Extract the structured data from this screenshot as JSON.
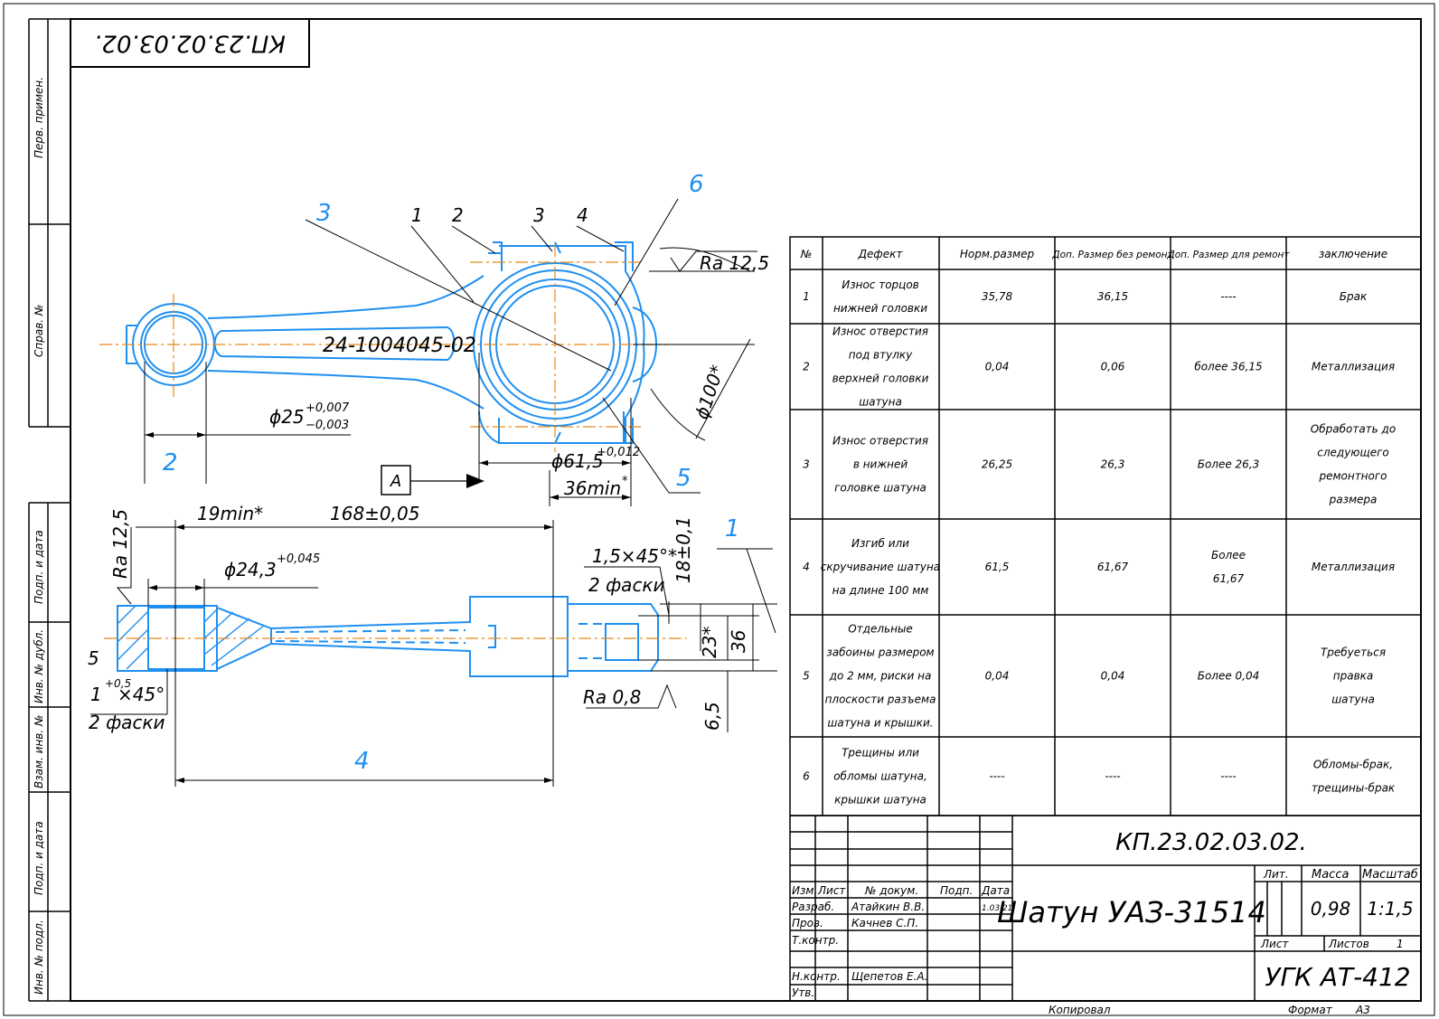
{
  "doc_code_rotated": "КП.23.02.03.02.",
  "side_labels": {
    "perv_primen": "Перв. примен.",
    "sprav_no": "Справ. №",
    "podp_data_1": "Подп. и дата",
    "inv_dubl": "Инв. № дубл.",
    "vzam_inv": "Взам. инв. №",
    "podp_data_2": "Подп. и дата",
    "inv_podl": "Инв. № подл."
  },
  "drawing": {
    "part_number": "24-1004045-02",
    "dim_d25": "ϕ25",
    "dim_d25_tol_up": "+0,007",
    "dim_d25_tol_low": "−0,003",
    "dim_d61": "ϕ61,5",
    "dim_d61_tol": "+0,012",
    "dim_d100": "ϕ100*",
    "dim_36min": "36min",
    "dim_36min_star": "*",
    "dim_19min": "19min*",
    "dim_168": "168±0,05",
    "dim_d24": "ϕ24,3",
    "dim_d24_tol": "+0,045",
    "dim_chamfer_top": "1,5×45°*",
    "dim_2_faski_top": "2 фаски",
    "dim_18": "18±0,1",
    "dim_23": "23*",
    "dim_36": "36",
    "dim_6_5": "6,5",
    "dim_chamfer_bot": "1",
    "dim_chamfer_bot_sup": "+0,5",
    "dim_chamfer_bot_tail": "×45°",
    "dim_2_faski_bot": "2 фаски",
    "rough_12_5_top": "Ra 12,5",
    "rough_12_5_left": "Ra 12,5",
    "rough_0_8": "Ra 0,8",
    "view_a": "A",
    "label_5_left": "5",
    "callouts": {
      "c1": "1",
      "c2": "2",
      "c3": "3",
      "c4": "4",
      "c6": "6",
      "c5": "5"
    },
    "blue_markers": {
      "m3": "3",
      "m6": "6",
      "m2": "2",
      "m5": "5",
      "m1": "1",
      "m4": "4"
    }
  },
  "defect_table": {
    "headers": [
      "№",
      "Дефект",
      "Норм.размер",
      "Доп. Размер без ремонт",
      "Доп. Размер для ремонт",
      "заключение"
    ],
    "rows": [
      {
        "no": "1",
        "defect": [
          "Износ торцов",
          "нижней головки"
        ],
        "norm": "35,78",
        "dop_bez": "36,15",
        "dop_dlya": [
          "----"
        ],
        "concl": [
          "Брак"
        ]
      },
      {
        "no": "2",
        "defect": [
          "Износ отверстия",
          "под втулку",
          "верхней головки",
          "шатуна"
        ],
        "norm": "0,04",
        "dop_bez": "0,06",
        "dop_dlya": [
          "более 36,15"
        ],
        "concl": [
          "Металлизация"
        ]
      },
      {
        "no": "3",
        "defect": [
          "Износ отверстия",
          "в нижней",
          "головке шатуна"
        ],
        "norm": "26,25",
        "dop_bez": "26,3",
        "dop_dlya": [
          "Более 26,3"
        ],
        "concl": [
          "Обработать до",
          "следующего",
          "ремонтного",
          "размера"
        ]
      },
      {
        "no": "4",
        "defect": [
          "Изгиб или",
          "скручивание шатуна",
          "на длине 100 мм"
        ],
        "norm": "61,5",
        "dop_bez": "61,67",
        "dop_dlya": [
          "Более",
          "61,67"
        ],
        "concl": [
          "Металлизация"
        ]
      },
      {
        "no": "5",
        "defect": [
          "Отдельные",
          "забоины размером",
          "до 2 мм, риски на",
          "плоскости разъема",
          "шатуна и крышки."
        ],
        "norm": "0,04",
        "dop_bez": "0,04",
        "dop_dlya": [
          "Более 0,04"
        ],
        "concl": [
          "Требуеться",
          "правка",
          "шатуна"
        ]
      },
      {
        "no": "6",
        "defect": [
          "Трещины или",
          "обломы шатуна,",
          "крышки шатуна"
        ],
        "norm": "----",
        "dop_bez": "----",
        "dop_dlya": [
          "----"
        ],
        "concl": [
          "Обломы-брак,",
          "трещины-брак"
        ]
      }
    ]
  },
  "title_block": {
    "doc_code": "КП.23.02.03.02.",
    "name": "Шатун УАЗ-31514",
    "col_izm": "Изм.",
    "col_list": "Лист",
    "col_dokum": "№ докум.",
    "col_podp": "Подп.",
    "col_data": "Дата",
    "razrab": "Разраб.",
    "razrab_name": "Атайкин В.В.",
    "razrab_date": "1.03.21",
    "prov": "Пров.",
    "prov_name": "Качнев С.П.",
    "tkontr": "Т.контр.",
    "nkontr": "Н.контр.",
    "nkontr_name": "Щепетов Е.А.",
    "utv": "Утв.",
    "lit": "Лит.",
    "massa": "Масса",
    "masshtab": "Масштаб",
    "massa_val": "0,98",
    "masshtab_val": "1:1,5",
    "list_label": "Лист",
    "listov_label": "Листов",
    "listov_val": "1",
    "org": "УГК АТ-412",
    "kopiroval": "Копировал",
    "format_label": "Формат",
    "format_val": "А3"
  },
  "colors": {
    "blue": "#1f8ff0",
    "orange": "#e8891a",
    "black": "#000000"
  }
}
